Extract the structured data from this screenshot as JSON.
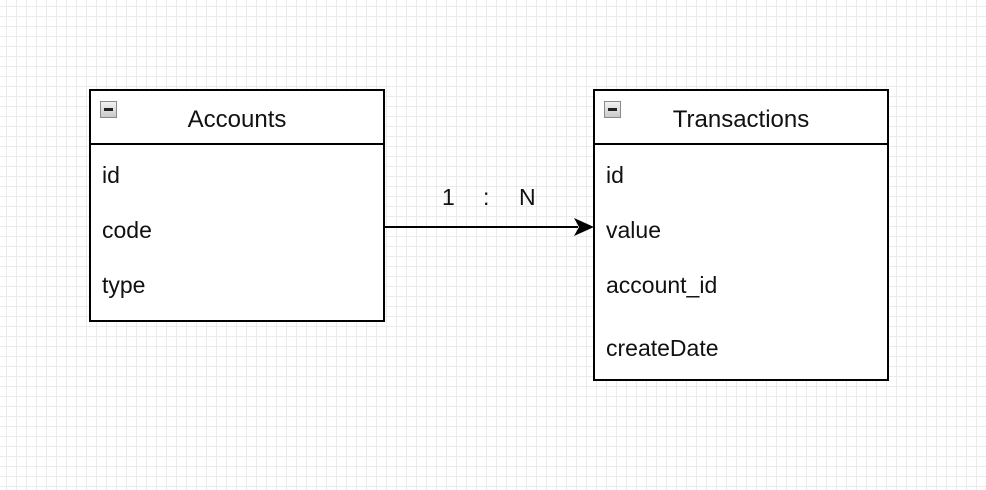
{
  "entities": {
    "accounts": {
      "title": "Accounts",
      "fields": [
        "id",
        "code",
        "type"
      ]
    },
    "transactions": {
      "title": "Transactions",
      "fields": [
        "id",
        "value",
        "account_id",
        "createDate"
      ]
    }
  },
  "relationship": {
    "left": "1",
    "separator": ":",
    "right": "N"
  },
  "icons": {
    "collapse": "collapse-icon"
  }
}
